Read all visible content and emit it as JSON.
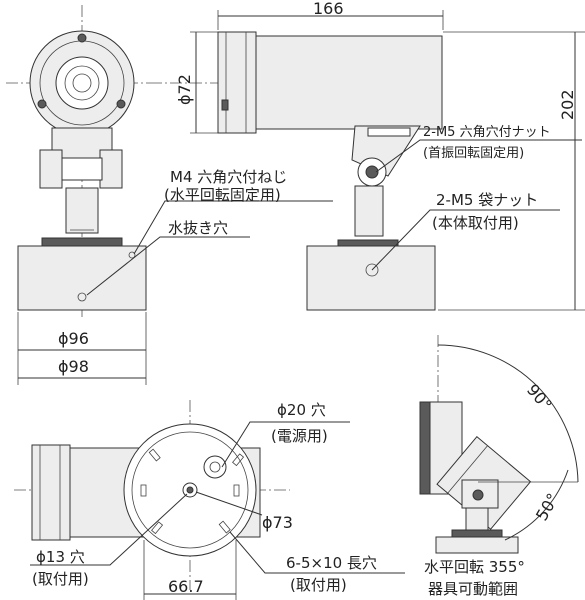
{
  "dimensions": {
    "length": "166",
    "height_total": "202",
    "dia_72": "ϕ72",
    "dia_96": "ϕ96",
    "dia_98": "ϕ98",
    "dia_73": "ϕ73",
    "dim_667": "66.7"
  },
  "labels": {
    "m4_screw": "M4 六角穴付ねじ",
    "m4_screw_note": "(水平回転固定用)",
    "drain_hole": "水抜き穴",
    "m5_hex_nut": "2-M5 六角穴付ナット",
    "m5_hex_nut_note": "(首振回転固定用)",
    "m5_cap_nut": "2-M5 袋ナット",
    "m5_cap_nut_note": "(本体取付用)",
    "hole_20": "ϕ20 穴",
    "hole_20_note": "(電源用)",
    "hole_13": "ϕ13 穴",
    "hole_13_note": "(取付用)",
    "slot_holes": "6-5×10 長穴",
    "slot_holes_note": "(取付用)",
    "rotation_range": "水平回転 355°",
    "rotation_range_note": "器具可動範囲",
    "angle_90": "90°",
    "angle_50": "50°"
  }
}
